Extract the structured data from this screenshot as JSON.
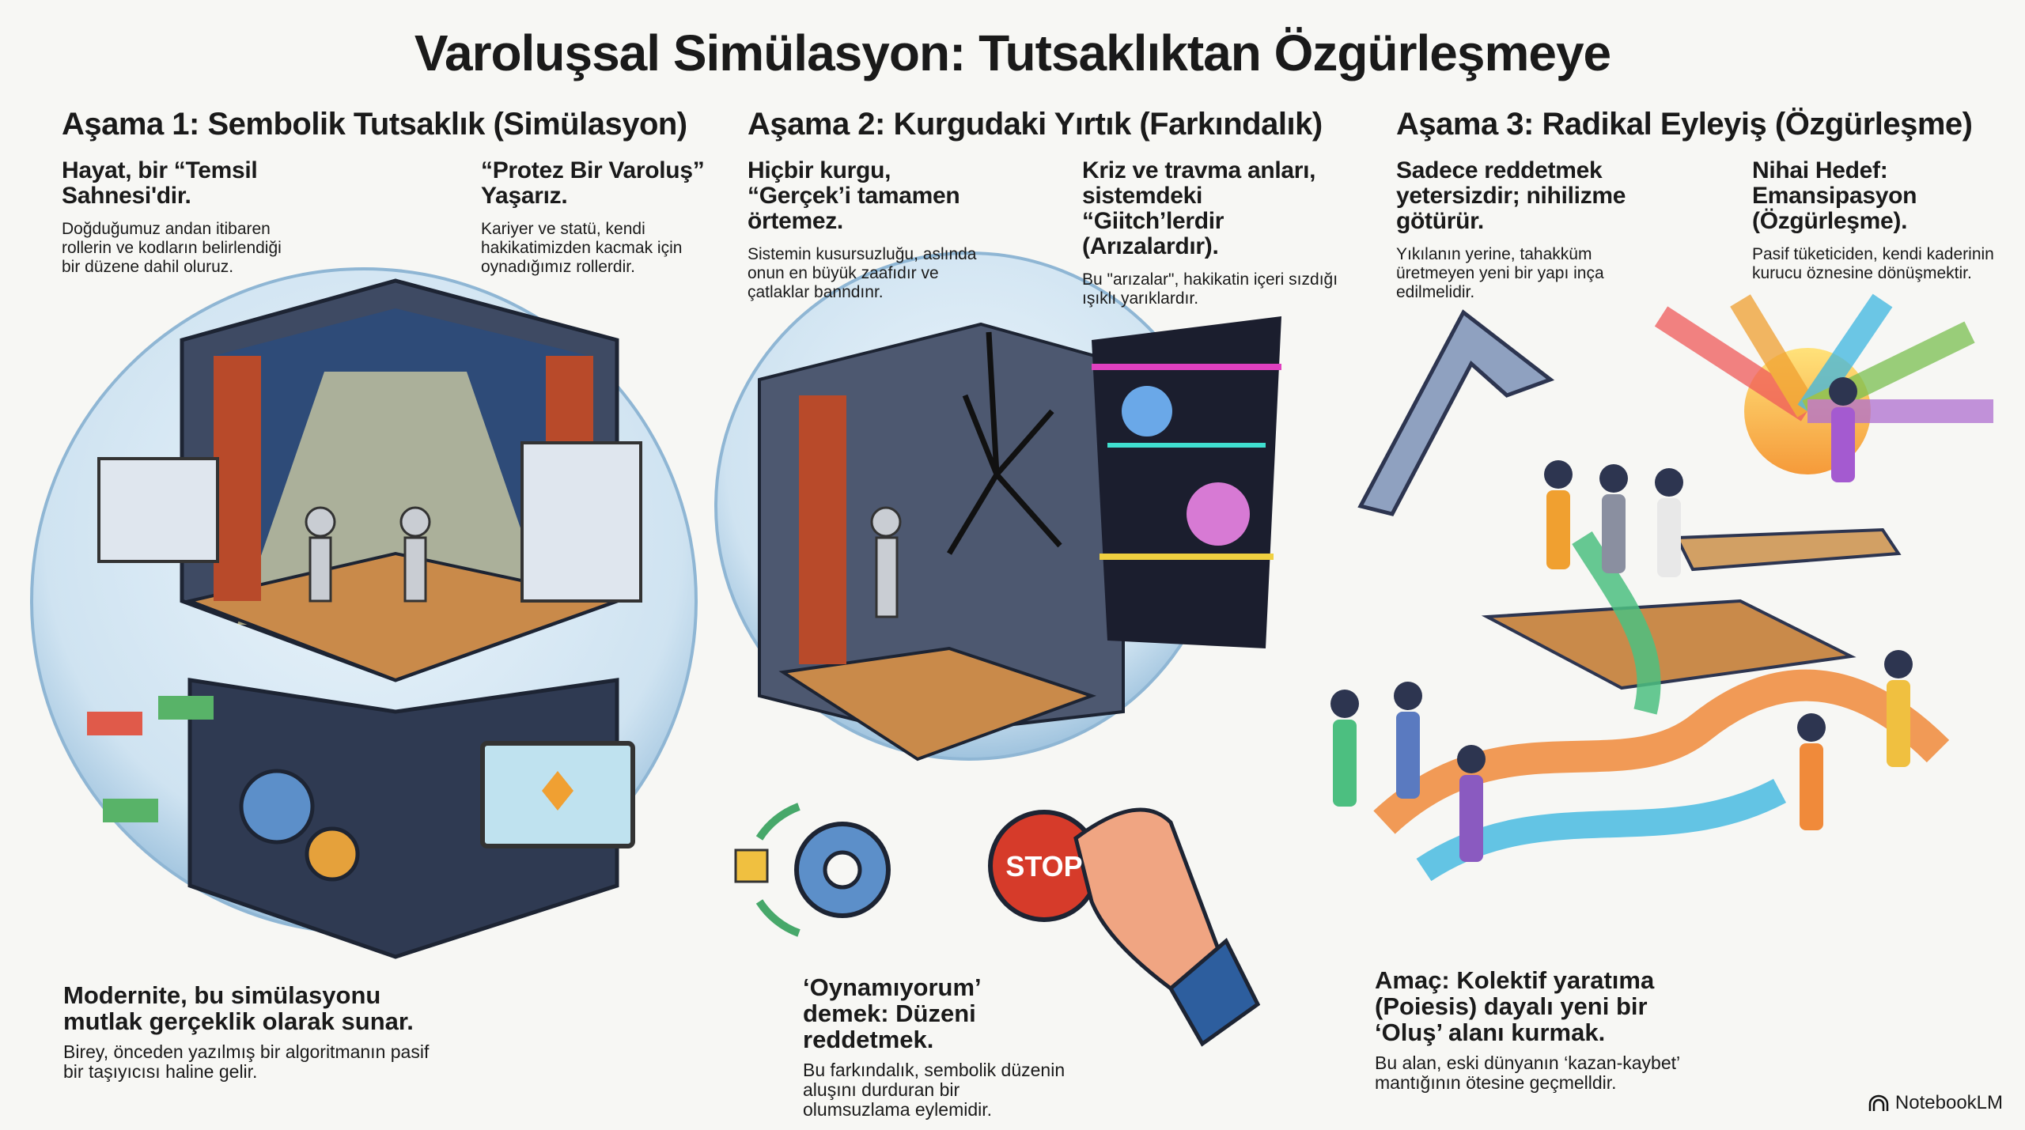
{
  "title": "Varoluşsal Simülasyon: Tutsaklıktan Özgürleşmeye",
  "stages": [
    {
      "heading": "Aşama 1: Sembolik Tutsaklık (Simülasyon)",
      "blocks": [
        {
          "title": "Hayat, bir “Temsil Sahnesi'dir.",
          "text": "Doğduğumuz andan itibaren rollerin ve kodların belirlendiği bir düzene dahil oluruz."
        },
        {
          "title": "“Protez Bir Varoluş” Yaşarız.",
          "text": "Kariyer ve statü, kendi hakikatimizden kacmak için oynadığımız rollerdir."
        }
      ],
      "bottom": {
        "title": "Modernite, bu simülasyonu mutlak gerçeklik olarak sunar.",
        "text": "Birey, önceden yazılmış bir algoritmanın pasif bir taşıyıcısı haline gelir."
      }
    },
    {
      "heading": "Aşama 2: Kurgudaki Yırtık (Farkındalık)",
      "blocks": [
        {
          "title": "Hiçbir kurgu, “Gerçek’i tamamen örtemez.",
          "text": "Sistemin kusursuzluğu, aslında onun en büyük zaafıdır ve çatlaklar banndınr."
        },
        {
          "title": "Kriz ve travma anları, sistemdeki “Giitch’lerdir (Arızalardır).",
          "text": "Bu \"arızalar\", hakikatin içeri sızdığı ışıklı yarıklardır."
        }
      ],
      "bottom": {
        "title": "‘Oynamıyorum’ demek: Düzeni reddetmek.",
        "text": "Bu farkındalık, sembolik düzenin aluşını durduran bir olumsuzlama eylemidir."
      },
      "stop_label": "STOP"
    },
    {
      "heading": "Aşama 3: Radikal Eyleyiş (Özgürleşme)",
      "blocks": [
        {
          "title": "Sadece reddetmek yetersizdir; nihilizme götürür.",
          "text": "Yıkılanın yerine, tahakküm üretmeyen yeni bir yapı inça edilmelidir."
        },
        {
          "title": "Nihai Hedef: Emansipasyon (Özgürleşme).",
          "text": "Pasif tüketiciden, kendi kaderinin kurucu öznesine dönüşmektir."
        }
      ],
      "bottom": {
        "title": "Amaç: Kolektif yaratıma (Poiesis) dayalı yeni bir ‘Oluş’ alanı kurmak.",
        "text": "Bu alan, eski dünyanın ‘kazan-kaybet’ mantığının ötesine geçmelldir."
      }
    }
  ],
  "brand": "NotebookLM"
}
